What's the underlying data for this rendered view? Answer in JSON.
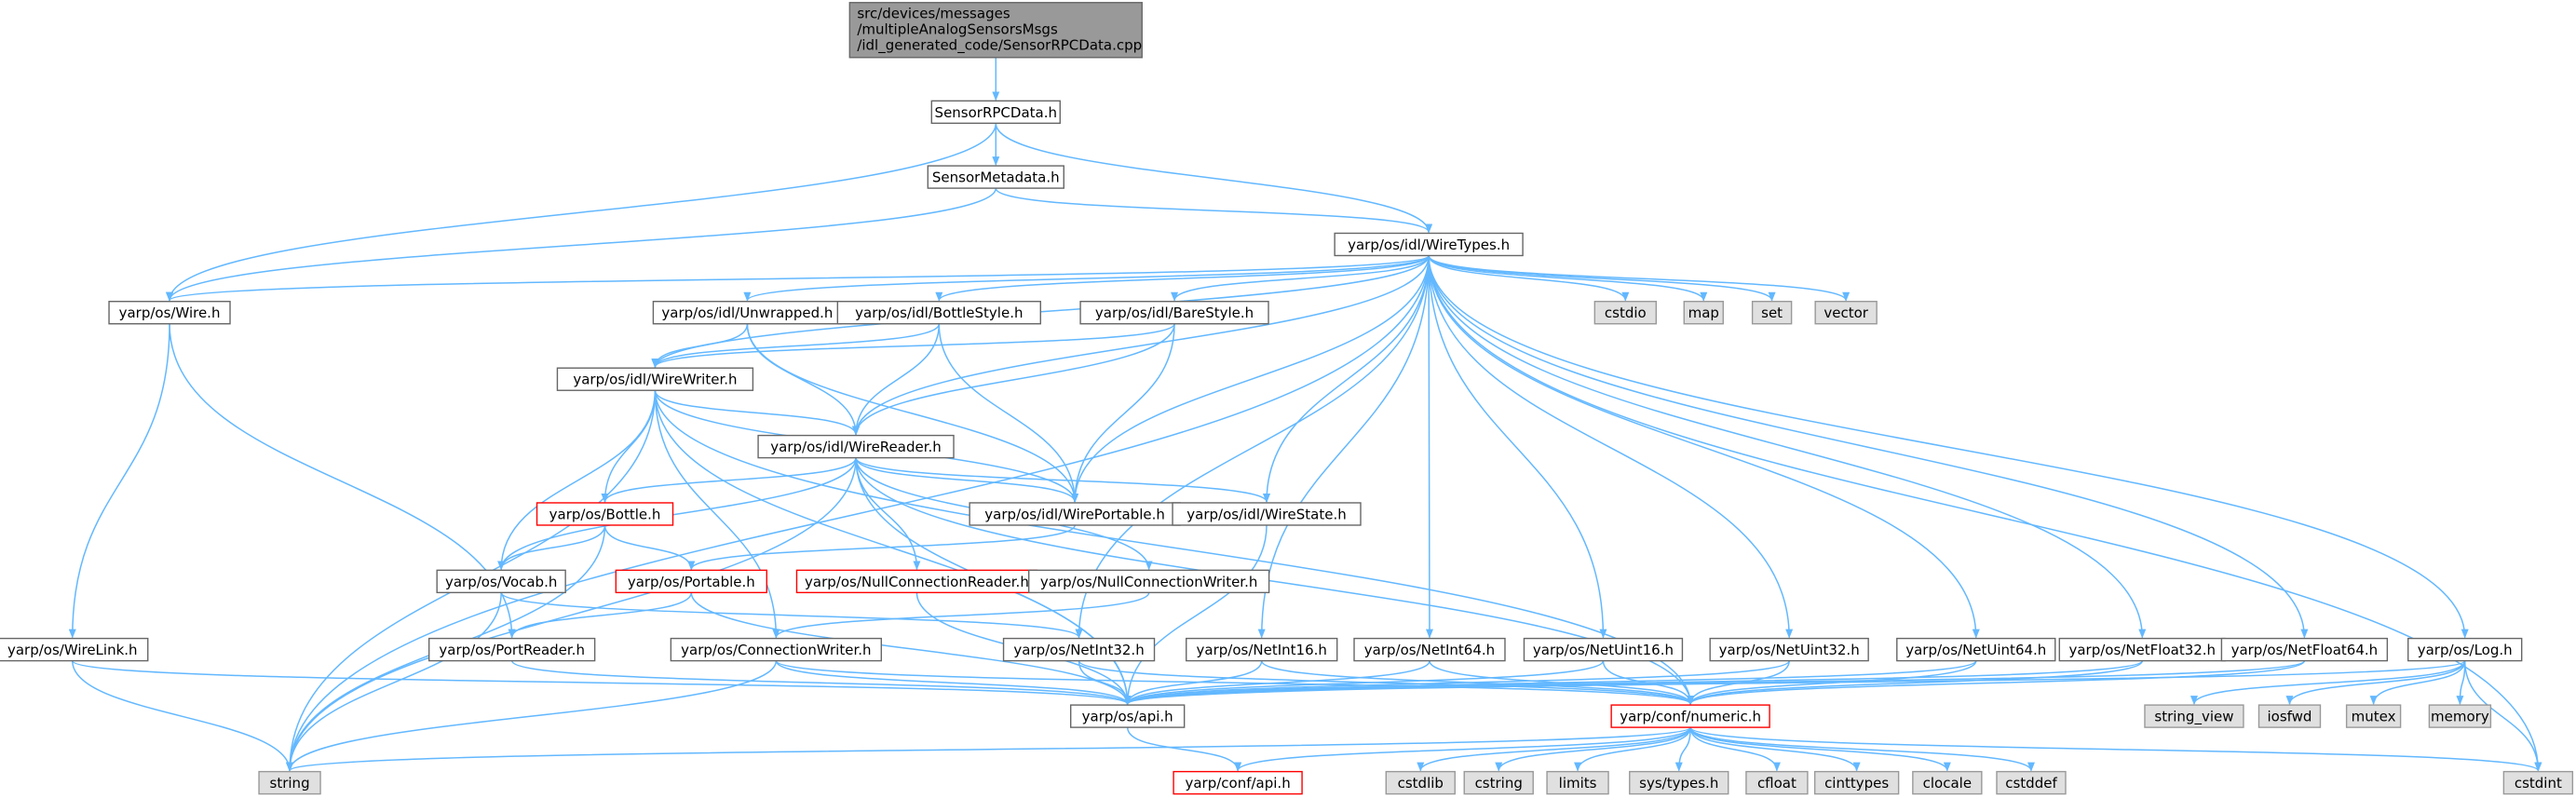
{
  "colors": {
    "edge": "#63b8ff",
    "root_fill": "#999999",
    "root_border": "#666666",
    "normal_fill": "#ffffff",
    "normal_border": "#666666",
    "highlight_border": "#ff0000",
    "system_fill": "#e0e0e0",
    "system_border": "#999999",
    "text": "#000000"
  },
  "nodes": [
    {
      "id": "root",
      "lines": [
        "src/devices/messages",
        "/multipleAnalogSensorsMsgs",
        "/idl_generated_code/SensorRPCData.cpp"
      ],
      "kind": "root"
    },
    {
      "id": "SensorRPCData_h",
      "lines": [
        "SensorRPCData.h"
      ],
      "kind": "normal"
    },
    {
      "id": "SensorMetadata_h",
      "lines": [
        "SensorMetadata.h"
      ],
      "kind": "normal"
    },
    {
      "id": "WireTypes_h",
      "lines": [
        "yarp/os/idl/WireTypes.h"
      ],
      "kind": "normal"
    },
    {
      "id": "Wire_h",
      "lines": [
        "yarp/os/Wire.h"
      ],
      "kind": "normal"
    },
    {
      "id": "Unwrapped_h",
      "lines": [
        "yarp/os/idl/Unwrapped.h"
      ],
      "kind": "normal"
    },
    {
      "id": "BottleStyle_h",
      "lines": [
        "yarp/os/idl/BottleStyle.h"
      ],
      "kind": "normal"
    },
    {
      "id": "BareStyle_h",
      "lines": [
        "yarp/os/idl/BareStyle.h"
      ],
      "kind": "normal"
    },
    {
      "id": "cstdio",
      "lines": [
        "cstdio"
      ],
      "kind": "system"
    },
    {
      "id": "map",
      "lines": [
        "map"
      ],
      "kind": "system"
    },
    {
      "id": "set",
      "lines": [
        "set"
      ],
      "kind": "system"
    },
    {
      "id": "vector",
      "lines": [
        "vector"
      ],
      "kind": "system"
    },
    {
      "id": "WireWriter_h",
      "lines": [
        "yarp/os/idl/WireWriter.h"
      ],
      "kind": "normal"
    },
    {
      "id": "WireReader_h",
      "lines": [
        "yarp/os/idl/WireReader.h"
      ],
      "kind": "normal"
    },
    {
      "id": "Bottle_h",
      "lines": [
        "yarp/os/Bottle.h"
      ],
      "kind": "highlight"
    },
    {
      "id": "WirePortable_h",
      "lines": [
        "yarp/os/idl/WirePortable.h"
      ],
      "kind": "normal"
    },
    {
      "id": "WireState_h",
      "lines": [
        "yarp/os/idl/WireState.h"
      ],
      "kind": "normal"
    },
    {
      "id": "Portable_h",
      "lines": [
        "yarp/os/Portable.h"
      ],
      "kind": "highlight"
    },
    {
      "id": "NullConnectionReader_h",
      "lines": [
        "yarp/os/NullConnectionReader.h"
      ],
      "kind": "highlight"
    },
    {
      "id": "NullConnectionWriter_h",
      "lines": [
        "yarp/os/NullConnectionWriter.h"
      ],
      "kind": "normal"
    },
    {
      "id": "Vocab_h",
      "lines": [
        "yarp/os/Vocab.h"
      ],
      "kind": "normal"
    },
    {
      "id": "WireLink_h",
      "lines": [
        "yarp/os/WireLink.h"
      ],
      "kind": "normal"
    },
    {
      "id": "PortReader_h",
      "lines": [
        "yarp/os/PortReader.h"
      ],
      "kind": "normal"
    },
    {
      "id": "ConnectionWriter_h",
      "lines": [
        "yarp/os/ConnectionWriter.h"
      ],
      "kind": "normal"
    },
    {
      "id": "NetInt32_h",
      "lines": [
        "yarp/os/NetInt32.h"
      ],
      "kind": "normal"
    },
    {
      "id": "NetInt16_h",
      "lines": [
        "yarp/os/NetInt16.h"
      ],
      "kind": "normal"
    },
    {
      "id": "NetInt64_h",
      "lines": [
        "yarp/os/NetInt64.h"
      ],
      "kind": "normal"
    },
    {
      "id": "NetUint16_h",
      "lines": [
        "yarp/os/NetUint16.h"
      ],
      "kind": "normal"
    },
    {
      "id": "NetUint32_h",
      "lines": [
        "yarp/os/NetUint32.h"
      ],
      "kind": "normal"
    },
    {
      "id": "NetUint64_h",
      "lines": [
        "yarp/os/NetUint64.h"
      ],
      "kind": "normal"
    },
    {
      "id": "NetFloat32_h",
      "lines": [
        "yarp/os/NetFloat32.h"
      ],
      "kind": "normal"
    },
    {
      "id": "NetFloat64_h",
      "lines": [
        "yarp/os/NetFloat64.h"
      ],
      "kind": "normal"
    },
    {
      "id": "Log_h",
      "lines": [
        "yarp/os/Log.h"
      ],
      "kind": "normal"
    },
    {
      "id": "api_h",
      "lines": [
        "yarp/os/api.h"
      ],
      "kind": "normal"
    },
    {
      "id": "numeric_h",
      "lines": [
        "yarp/conf/numeric.h"
      ],
      "kind": "highlight"
    },
    {
      "id": "string_view",
      "lines": [
        "string_view"
      ],
      "kind": "system"
    },
    {
      "id": "iosfwd",
      "lines": [
        "iosfwd"
      ],
      "kind": "system"
    },
    {
      "id": "mutex",
      "lines": [
        "mutex"
      ],
      "kind": "system"
    },
    {
      "id": "memory",
      "lines": [
        "memory"
      ],
      "kind": "system"
    },
    {
      "id": "string",
      "lines": [
        "string"
      ],
      "kind": "system"
    },
    {
      "id": "conf_api_h",
      "lines": [
        "yarp/conf/api.h"
      ],
      "kind": "highlight"
    },
    {
      "id": "cstdlib",
      "lines": [
        "cstdlib"
      ],
      "kind": "system"
    },
    {
      "id": "cstring",
      "lines": [
        "cstring"
      ],
      "kind": "system"
    },
    {
      "id": "limits",
      "lines": [
        "limits"
      ],
      "kind": "system"
    },
    {
      "id": "sys_types_h",
      "lines": [
        "sys/types.h"
      ],
      "kind": "system"
    },
    {
      "id": "cfloat",
      "lines": [
        "cfloat"
      ],
      "kind": "system"
    },
    {
      "id": "cinttypes",
      "lines": [
        "cinttypes"
      ],
      "kind": "system"
    },
    {
      "id": "clocale",
      "lines": [
        "clocale"
      ],
      "kind": "system"
    },
    {
      "id": "cstddef",
      "lines": [
        "cstddef"
      ],
      "kind": "system"
    },
    {
      "id": "cstdint",
      "lines": [
        "cstdint"
      ],
      "kind": "system"
    }
  ],
  "edges": [
    [
      "root",
      "SensorRPCData_h"
    ],
    [
      "SensorRPCData_h",
      "SensorMetadata_h"
    ],
    [
      "SensorRPCData_h",
      "Wire_h"
    ],
    [
      "SensorRPCData_h",
      "WireTypes_h"
    ],
    [
      "SensorMetadata_h",
      "Wire_h"
    ],
    [
      "SensorMetadata_h",
      "WireTypes_h"
    ],
    [
      "WireTypes_h",
      "Wire_h"
    ],
    [
      "WireTypes_h",
      "Unwrapped_h"
    ],
    [
      "WireTypes_h",
      "BottleStyle_h"
    ],
    [
      "WireTypes_h",
      "BareStyle_h"
    ],
    [
      "WireTypes_h",
      "cstdio"
    ],
    [
      "WireTypes_h",
      "map"
    ],
    [
      "WireTypes_h",
      "set"
    ],
    [
      "WireTypes_h",
      "vector"
    ],
    [
      "WireTypes_h",
      "string"
    ],
    [
      "WireTypes_h",
      "WireWriter_h"
    ],
    [
      "WireTypes_h",
      "WireReader_h"
    ],
    [
      "WireTypes_h",
      "WirePortable_h"
    ],
    [
      "WireTypes_h",
      "WireState_h"
    ],
    [
      "WireTypes_h",
      "NetInt32_h"
    ],
    [
      "WireTypes_h",
      "NetInt16_h"
    ],
    [
      "WireTypes_h",
      "NetInt64_h"
    ],
    [
      "WireTypes_h",
      "NetUint16_h"
    ],
    [
      "WireTypes_h",
      "NetUint32_h"
    ],
    [
      "WireTypes_h",
      "NetUint64_h"
    ],
    [
      "WireTypes_h",
      "NetFloat32_h"
    ],
    [
      "WireTypes_h",
      "NetFloat64_h"
    ],
    [
      "WireTypes_h",
      "Log_h"
    ],
    [
      "WireTypes_h",
      "cstdint"
    ],
    [
      "Wire_h",
      "WireLink_h"
    ],
    [
      "Wire_h",
      "PortReader_h"
    ],
    [
      "Unwrapped_h",
      "WireWriter_h"
    ],
    [
      "Unwrapped_h",
      "WireReader_h"
    ],
    [
      "Unwrapped_h",
      "WirePortable_h"
    ],
    [
      "BottleStyle_h",
      "WireWriter_h"
    ],
    [
      "BottleStyle_h",
      "WireReader_h"
    ],
    [
      "BottleStyle_h",
      "WirePortable_h"
    ],
    [
      "BareStyle_h",
      "WireWriter_h"
    ],
    [
      "BareStyle_h",
      "WireReader_h"
    ],
    [
      "BareStyle_h",
      "WirePortable_h"
    ],
    [
      "WireWriter_h",
      "WireReader_h"
    ],
    [
      "WireWriter_h",
      "WirePortable_h"
    ],
    [
      "WireWriter_h",
      "Bottle_h"
    ],
    [
      "WireWriter_h",
      "Vocab_h"
    ],
    [
      "WireWriter_h",
      "string"
    ],
    [
      "WireWriter_h",
      "api_h"
    ],
    [
      "WireWriter_h",
      "ConnectionWriter_h"
    ],
    [
      "WireWriter_h",
      "numeric_h"
    ],
    [
      "WireReader_h",
      "WirePortable_h"
    ],
    [
      "WireReader_h",
      "WireState_h"
    ],
    [
      "WireReader_h",
      "Bottle_h"
    ],
    [
      "WireReader_h",
      "Vocab_h"
    ],
    [
      "WireReader_h",
      "NullConnectionReader_h"
    ],
    [
      "WireReader_h",
      "NullConnectionWriter_h"
    ],
    [
      "WireReader_h",
      "string"
    ],
    [
      "WireReader_h",
      "api_h"
    ],
    [
      "WireReader_h",
      "numeric_h"
    ],
    [
      "Bottle_h",
      "Portable_h"
    ],
    [
      "Bottle_h",
      "Vocab_h"
    ],
    [
      "Bottle_h",
      "string"
    ],
    [
      "WirePortable_h",
      "Portable_h"
    ],
    [
      "WireState_h",
      "api_h"
    ],
    [
      "Portable_h",
      "PortReader_h"
    ],
    [
      "Portable_h",
      "api_h"
    ],
    [
      "NullConnectionReader_h",
      "api_h"
    ],
    [
      "NullConnectionWriter_h",
      "ConnectionWriter_h"
    ],
    [
      "Vocab_h",
      "NetInt32_h"
    ],
    [
      "Vocab_h",
      "string"
    ],
    [
      "WireLink_h",
      "api_h"
    ],
    [
      "WireLink_h",
      "string"
    ],
    [
      "PortReader_h",
      "api_h"
    ],
    [
      "ConnectionWriter_h",
      "api_h"
    ],
    [
      "ConnectionWriter_h",
      "numeric_h"
    ],
    [
      "ConnectionWriter_h",
      "string"
    ],
    [
      "NetInt32_h",
      "api_h"
    ],
    [
      "NetInt32_h",
      "numeric_h"
    ],
    [
      "NetInt16_h",
      "api_h"
    ],
    [
      "NetInt16_h",
      "numeric_h"
    ],
    [
      "NetInt64_h",
      "api_h"
    ],
    [
      "NetInt64_h",
      "numeric_h"
    ],
    [
      "NetUint16_h",
      "api_h"
    ],
    [
      "NetUint16_h",
      "numeric_h"
    ],
    [
      "NetUint32_h",
      "api_h"
    ],
    [
      "NetUint32_h",
      "numeric_h"
    ],
    [
      "NetUint64_h",
      "api_h"
    ],
    [
      "NetUint64_h",
      "numeric_h"
    ],
    [
      "NetFloat32_h",
      "api_h"
    ],
    [
      "NetFloat32_h",
      "numeric_h"
    ],
    [
      "NetFloat64_h",
      "api_h"
    ],
    [
      "NetFloat64_h",
      "numeric_h"
    ],
    [
      "Log_h",
      "api_h"
    ],
    [
      "Log_h",
      "string_view"
    ],
    [
      "Log_h",
      "iosfwd"
    ],
    [
      "Log_h",
      "mutex"
    ],
    [
      "Log_h",
      "memory"
    ],
    [
      "Log_h",
      "cstdint"
    ],
    [
      "api_h",
      "conf_api_h"
    ],
    [
      "numeric_h",
      "conf_api_h"
    ],
    [
      "numeric_h",
      "string"
    ],
    [
      "numeric_h",
      "cstdlib"
    ],
    [
      "numeric_h",
      "cstring"
    ],
    [
      "numeric_h",
      "limits"
    ],
    [
      "numeric_h",
      "sys_types_h"
    ],
    [
      "numeric_h",
      "cfloat"
    ],
    [
      "numeric_h",
      "cinttypes"
    ],
    [
      "numeric_h",
      "clocale"
    ],
    [
      "numeric_h",
      "cstddef"
    ],
    [
      "numeric_h",
      "cstdint"
    ]
  ]
}
